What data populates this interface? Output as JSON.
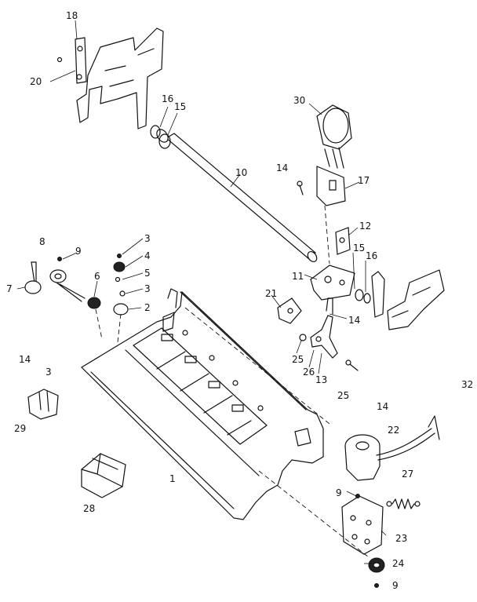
{
  "diagram": {
    "labels": [
      "18",
      "20",
      "16",
      "15",
      "30",
      "10",
      "14",
      "17",
      "12",
      "15",
      "16",
      "11",
      "8",
      "9",
      "3",
      "4",
      "5",
      "3",
      "2",
      "7",
      "6",
      "21",
      "14",
      "25",
      "26",
      "13",
      "14",
      "3",
      "29",
      "25",
      "14",
      "22",
      "32",
      "1",
      "27",
      "28",
      "9",
      "23",
      "24",
      "9"
    ]
  }
}
